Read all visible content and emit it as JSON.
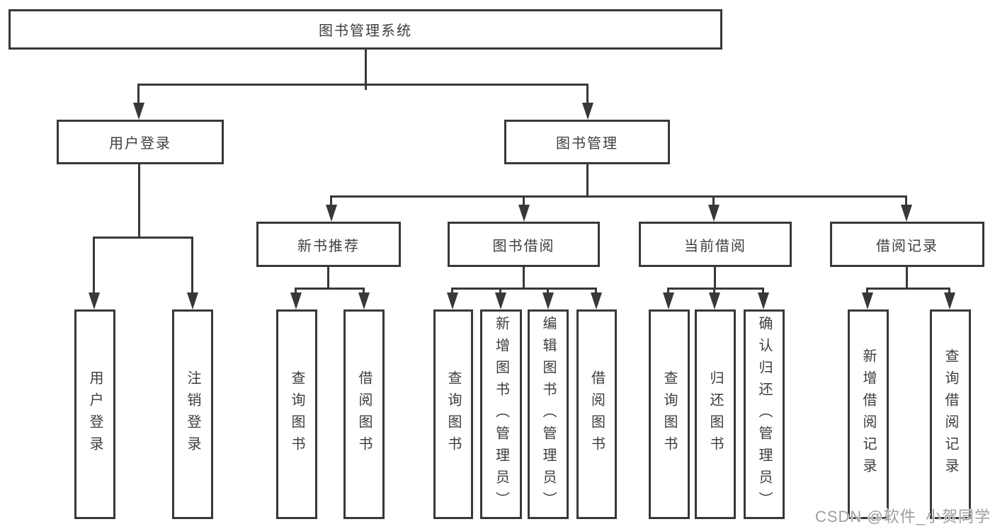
{
  "diagram": {
    "root": {
      "label": "图书管理系统"
    },
    "branches": [
      {
        "label": "用户登录",
        "children": [
          {
            "label": "用户登录"
          },
          {
            "label": "注销登录"
          }
        ]
      },
      {
        "label": "图书管理",
        "children": [
          {
            "label": "新书推荐",
            "children": [
              {
                "label": "查询图书"
              },
              {
                "label": "借阅图书"
              }
            ]
          },
          {
            "label": "图书借阅",
            "children": [
              {
                "label": "查询图书"
              },
              {
                "label": "新增图书（管理员）"
              },
              {
                "label": "编辑图书（管理员）"
              },
              {
                "label": "借阅图书"
              }
            ]
          },
          {
            "label": "当前借阅",
            "children": [
              {
                "label": "查询图书"
              },
              {
                "label": "归还图书"
              },
              {
                "label": "确认归还（管理员）"
              }
            ]
          },
          {
            "label": "借阅记录",
            "children": [
              {
                "label": "新增借阅记录"
              },
              {
                "label": "查询借阅记录"
              }
            ]
          }
        ]
      }
    ]
  },
  "watermark": {
    "text": "CSDN @软件_小贺同学"
  },
  "colors": {
    "line": "#383838",
    "text": "#3e3e3e",
    "watermark": "#9e9e9e",
    "background": "#ffffff"
  }
}
